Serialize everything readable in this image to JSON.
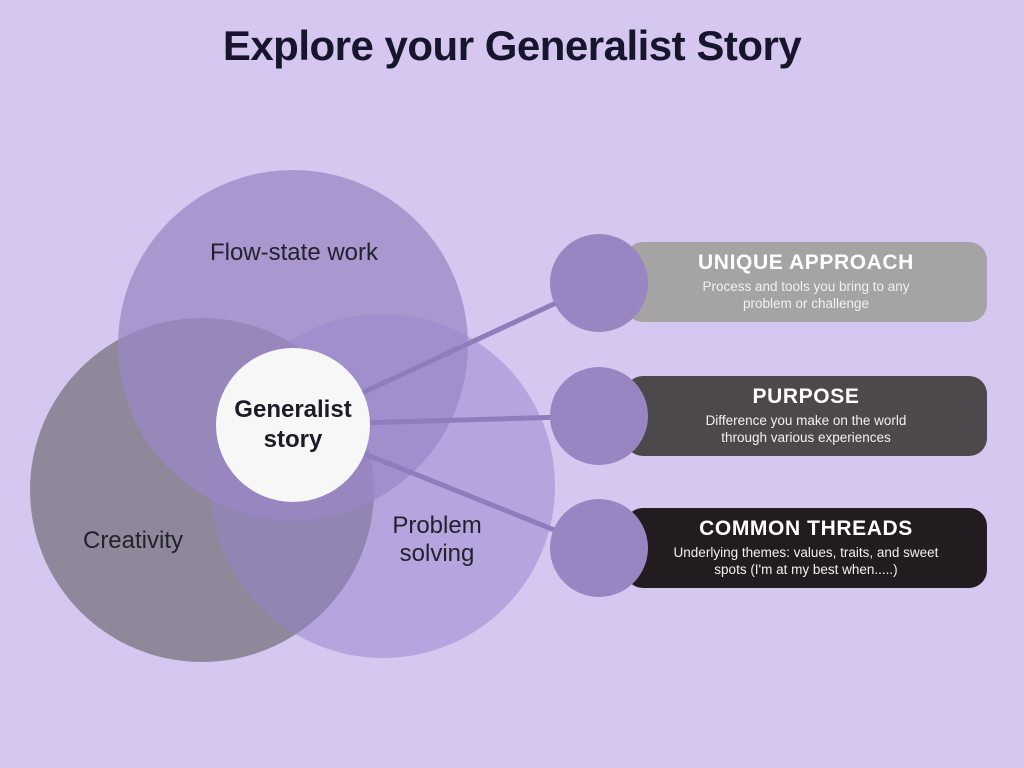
{
  "title": {
    "text": "Explore your Generalist Story",
    "color": "#16152c"
  },
  "background_color": "#d5c7ef",
  "venn": {
    "circles": [
      {
        "id": "flow-state-work",
        "label": "Flow-state work",
        "fill": "rgba(155,135,198,0.75)"
      },
      {
        "id": "creativity",
        "label": "Creativity",
        "fill": "rgba(100,97,104,0.62)"
      },
      {
        "id": "problem-solving",
        "label": "Problem solving",
        "fill": "rgba(150,130,205,0.5)"
      }
    ],
    "center_node": {
      "label": "Generalist story",
      "fill": "#f8f7f8"
    }
  },
  "connectors": {
    "color": "#8f7cba"
  },
  "callouts": [
    {
      "title": "UNIQUE APPROACH",
      "description": "Process and tools you bring to any problem or challenge",
      "box_color": "#a5a3a4",
      "circle_color": "#9885c1"
    },
    {
      "title": "PURPOSE",
      "description": "Difference you make on the world through various experiences",
      "box_color": "#4d484c",
      "circle_color": "#9885c1"
    },
    {
      "title": "COMMON THREADS",
      "description": "Underlying themes: values, traits, and sweet spots (I'm at my best when.....)",
      "box_color": "#221c20",
      "circle_color": "#9885c1"
    }
  ]
}
